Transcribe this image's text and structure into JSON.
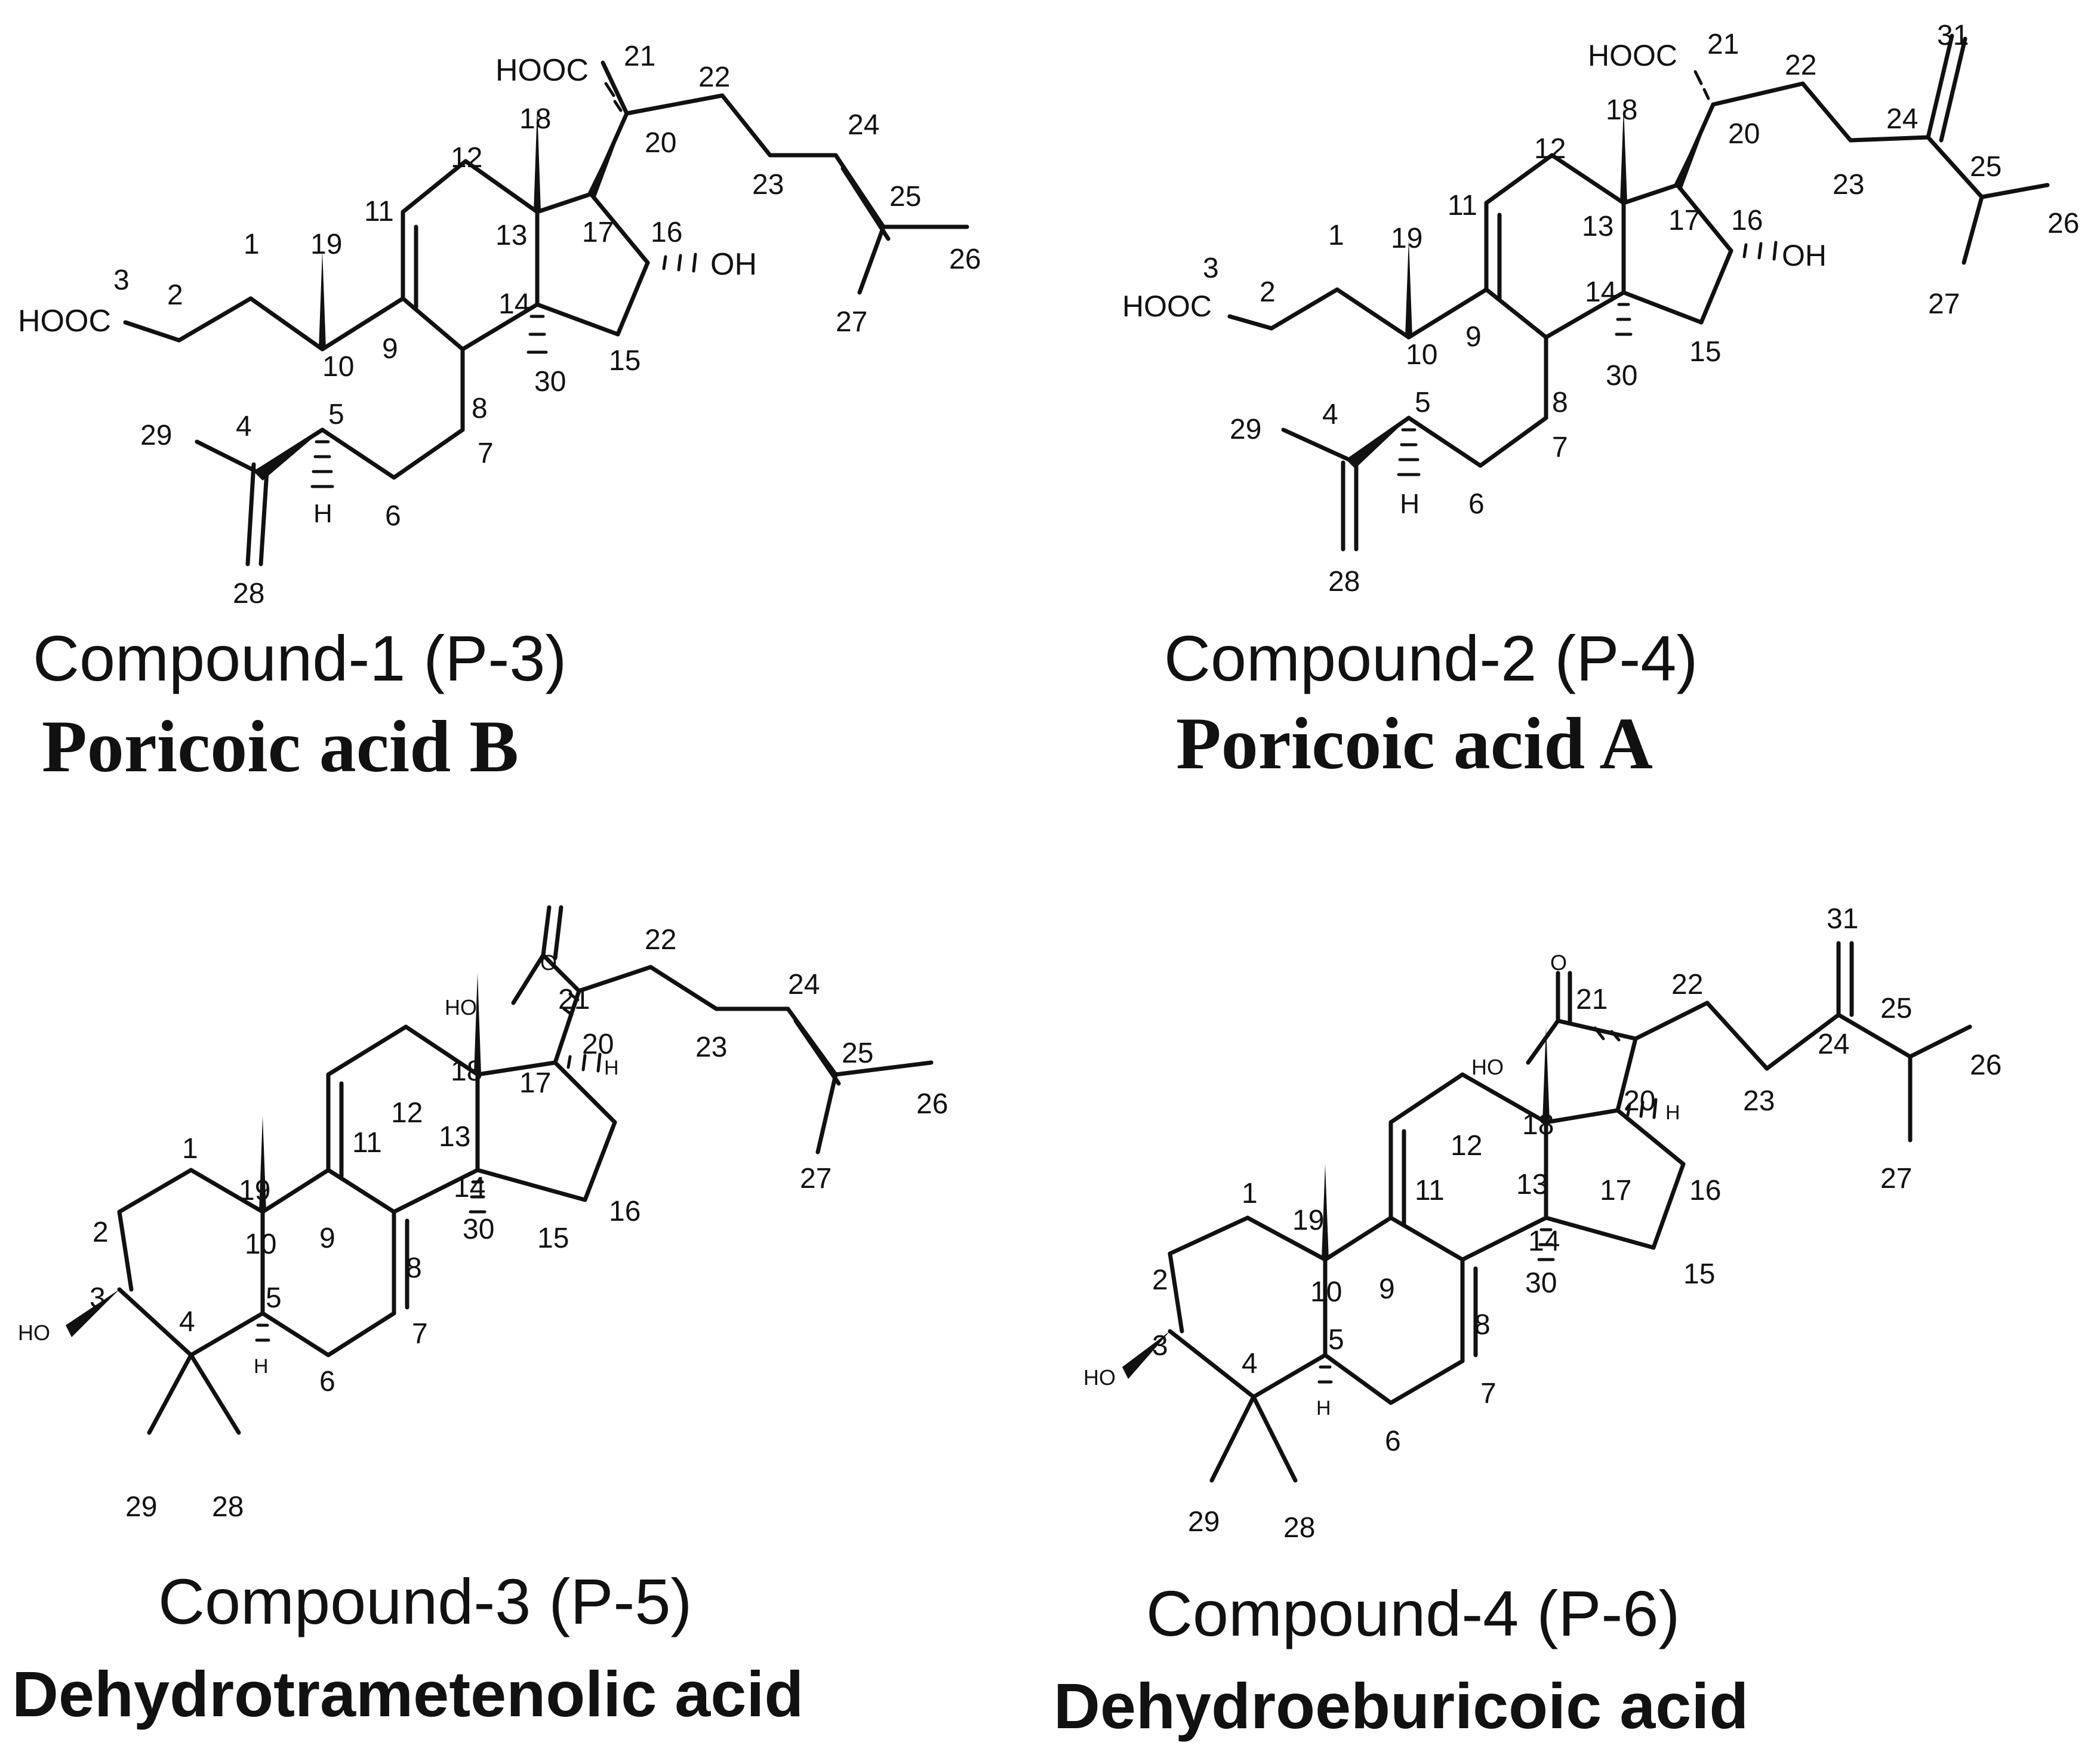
{
  "compounds": [
    {
      "code": "Compound-1 (P-3)",
      "name": "Poricoic acid B",
      "labels": {
        "acid_top": "HOOC",
        "acid_left": "HOOC",
        "oh": "OH",
        "h5": "H"
      }
    },
    {
      "code": "Compound-2 (P-4)",
      "name": "Poricoic acid A",
      "labels": {
        "acid_top": "HOOC",
        "acid_left": "HOOC",
        "oh": "OH",
        "h5": "H"
      }
    },
    {
      "code": "Compound-3 (P-5)",
      "name": "Dehydrotrametenolic acid",
      "labels": {
        "o": "O",
        "ho_acid": "HO",
        "ho3": "HO",
        "h5": "H",
        "h17": "H"
      }
    },
    {
      "code": "Compound-4 (P-6)",
      "name": "Dehydroeburicoic acid",
      "labels": {
        "o": "O",
        "ho_acid": "HO",
        "ho3": "HO",
        "h5": "H",
        "h17": "H"
      }
    }
  ],
  "atom_numbers": [
    "1",
    "2",
    "3",
    "4",
    "5",
    "6",
    "7",
    "8",
    "9",
    "10",
    "11",
    "12",
    "13",
    "14",
    "15",
    "16",
    "17",
    "18",
    "19",
    "20",
    "21",
    "22",
    "23",
    "24",
    "25",
    "26",
    "27",
    "28",
    "29",
    "30",
    "31"
  ]
}
